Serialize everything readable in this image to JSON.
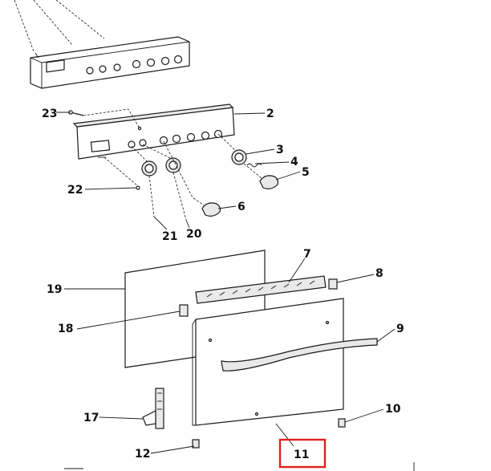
{
  "diagram": {
    "labels": [
      "23",
      "2",
      "3",
      "4",
      "5",
      "6",
      "22",
      "21",
      "20",
      "19",
      "7",
      "8",
      "18",
      "9",
      "17",
      "10",
      "12",
      "11"
    ],
    "highlighted_label": "11",
    "highlight_color": "#e02020"
  }
}
